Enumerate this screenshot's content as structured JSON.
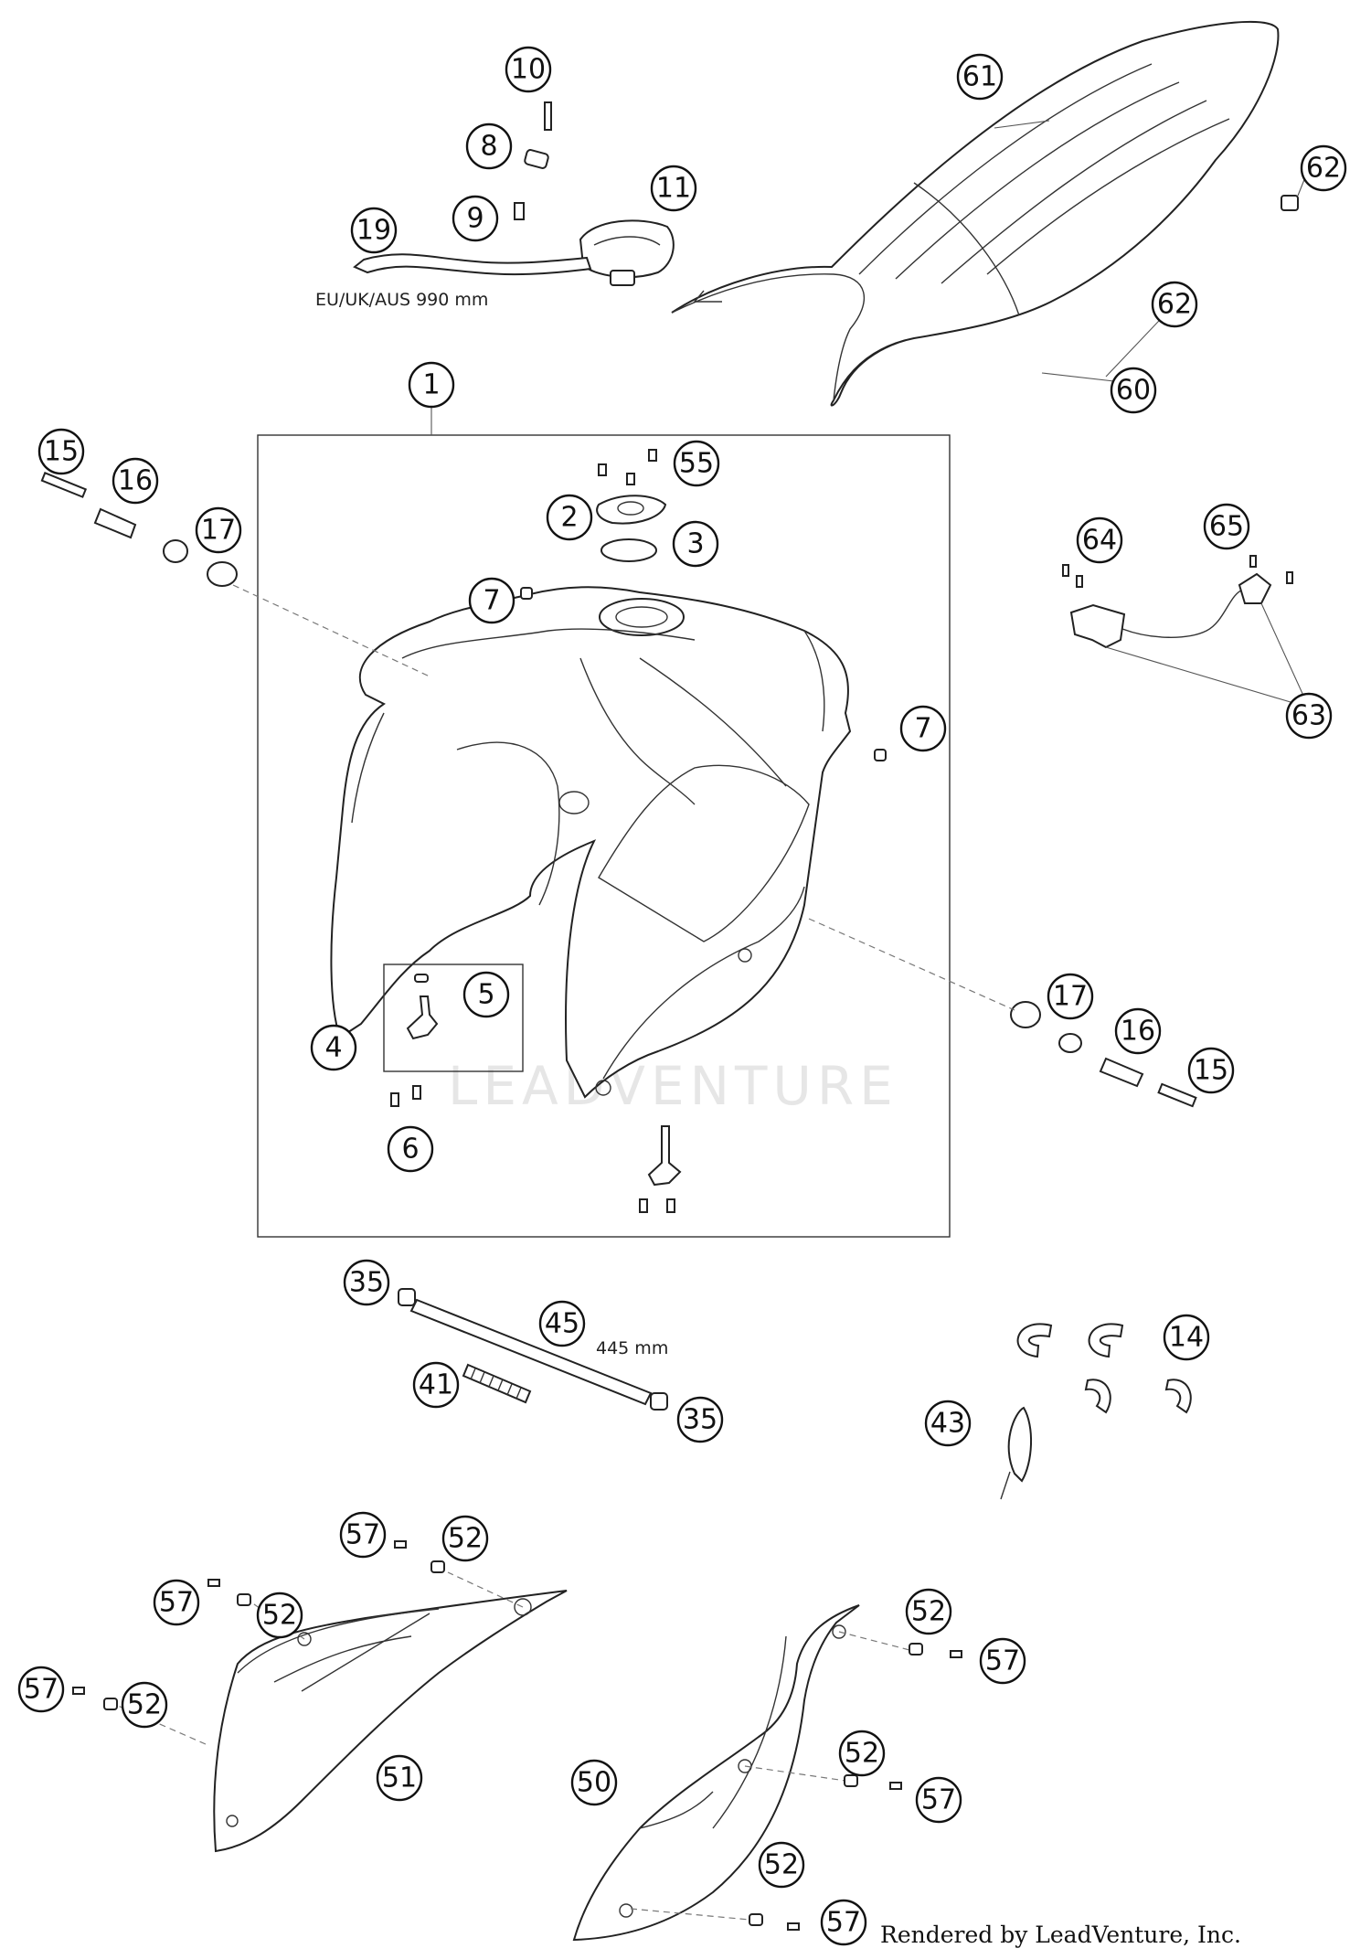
{
  "labels": {
    "cable_length": "EU/UK/AUS 990 mm",
    "hose_length": "445 mm",
    "watermark": "LEADVENTURE",
    "credit": "Rendered by LeadVenture, Inc."
  },
  "callouts": [
    {
      "id": "c1",
      "num": "1"
    },
    {
      "id": "c2",
      "num": "2"
    },
    {
      "id": "c3",
      "num": "3"
    },
    {
      "id": "c4",
      "num": "4"
    },
    {
      "id": "c5",
      "num": "5"
    },
    {
      "id": "c6",
      "num": "6"
    },
    {
      "id": "c7a",
      "num": "7"
    },
    {
      "id": "c7b",
      "num": "7"
    },
    {
      "id": "c8",
      "num": "8"
    },
    {
      "id": "c9",
      "num": "9"
    },
    {
      "id": "c10",
      "num": "10"
    },
    {
      "id": "c11",
      "num": "11"
    },
    {
      "id": "c14",
      "num": "14"
    },
    {
      "id": "c15a",
      "num": "15"
    },
    {
      "id": "c15b",
      "num": "15"
    },
    {
      "id": "c16a",
      "num": "16"
    },
    {
      "id": "c16b",
      "num": "16"
    },
    {
      "id": "c17a",
      "num": "17"
    },
    {
      "id": "c17b",
      "num": "17"
    },
    {
      "id": "c19",
      "num": "19"
    },
    {
      "id": "c35a",
      "num": "35"
    },
    {
      "id": "c35b",
      "num": "35"
    },
    {
      "id": "c41",
      "num": "41"
    },
    {
      "id": "c43",
      "num": "43"
    },
    {
      "id": "c45",
      "num": "45"
    },
    {
      "id": "c50",
      "num": "50"
    },
    {
      "id": "c51",
      "num": "51"
    },
    {
      "id": "c52a",
      "num": "52"
    },
    {
      "id": "c52b",
      "num": "52"
    },
    {
      "id": "c52c",
      "num": "52"
    },
    {
      "id": "c52d",
      "num": "52"
    },
    {
      "id": "c52e",
      "num": "52"
    },
    {
      "id": "c52f",
      "num": "52"
    },
    {
      "id": "c55",
      "num": "55"
    },
    {
      "id": "c57a",
      "num": "57"
    },
    {
      "id": "c57b",
      "num": "57"
    },
    {
      "id": "c57c",
      "num": "57"
    },
    {
      "id": "c57d",
      "num": "57"
    },
    {
      "id": "c57e",
      "num": "57"
    },
    {
      "id": "c57f",
      "num": "57"
    },
    {
      "id": "c60",
      "num": "60"
    },
    {
      "id": "c61",
      "num": "61"
    },
    {
      "id": "c62a",
      "num": "62"
    },
    {
      "id": "c62b",
      "num": "62"
    },
    {
      "id": "c63",
      "num": "63"
    },
    {
      "id": "c64",
      "num": "64"
    },
    {
      "id": "c65",
      "num": "65"
    }
  ]
}
